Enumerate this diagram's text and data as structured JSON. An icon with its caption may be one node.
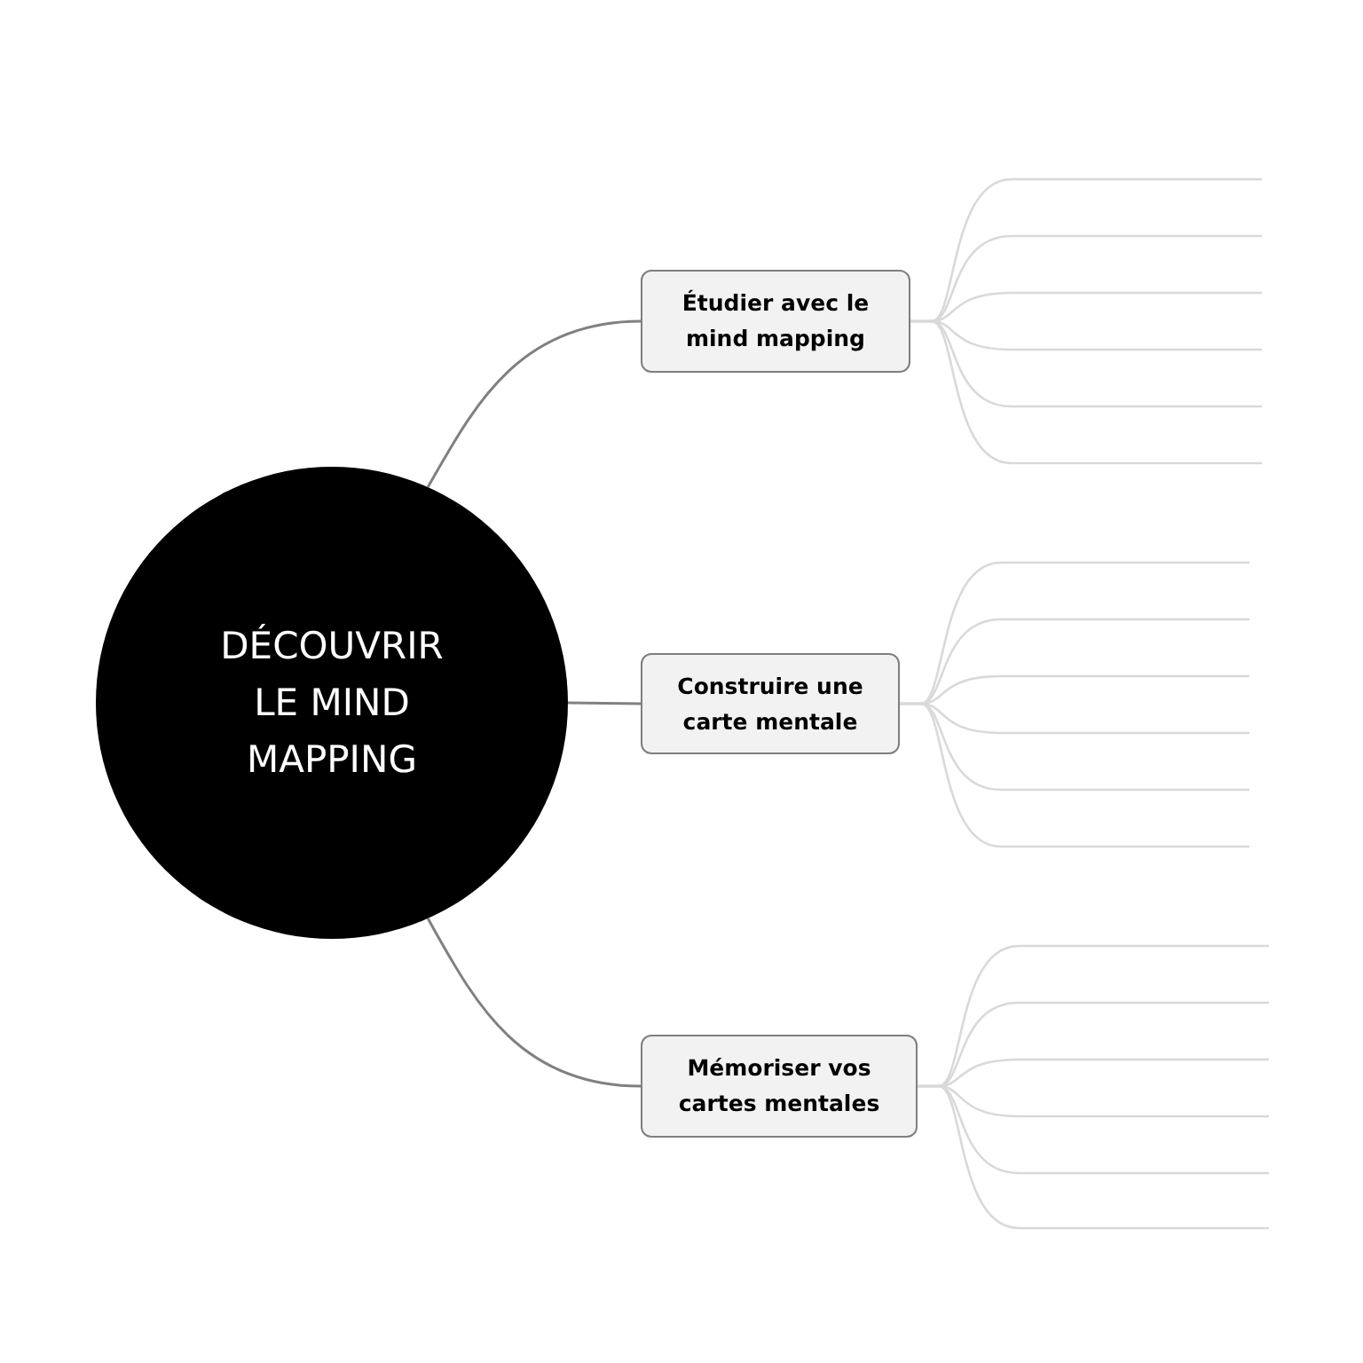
{
  "diagram": {
    "nodes": [
      {
        "text": [
          "DÉCOUVRIR LE MIND MAPPING"
        ]
      },
      {
        "text": [
          "Étudier avec le mind mapping"
        ]
      },
      {
        "text": [
          "Construire une carte mentale"
        ]
      },
      {
        "text": [
          "Mémoriser vos cartes mentales"
        ]
      }
    ],
    "edges": [
      {
        "from": 0,
        "to": 1,
        "arrow": "none",
        "color": "#808080"
      },
      {
        "from": 0,
        "to": 2,
        "arrow": "none",
        "color": "#808080"
      },
      {
        "from": 0,
        "to": 3,
        "arrow": "none",
        "color": "#808080"
      },
      {
        "from": 1,
        "to": null,
        "arrow": "none"
      },
      {
        "from": 1,
        "to": null,
        "arrow": "none"
      },
      {
        "from": 1,
        "to": null,
        "arrow": "none"
      },
      {
        "from": 1,
        "to": null,
        "arrow": "none"
      },
      {
        "from": 1,
        "to": null,
        "arrow": "none"
      },
      {
        "from": 1,
        "to": null,
        "arrow": "none"
      },
      {
        "from": 2,
        "to": null,
        "arrow": "none"
      },
      {
        "from": 2,
        "to": null,
        "arrow": "none"
      },
      {
        "from": 2,
        "to": null,
        "arrow": "none"
      },
      {
        "from": 2,
        "to": null,
        "arrow": "none"
      },
      {
        "from": 2,
        "to": null,
        "arrow": "none"
      },
      {
        "from": 2,
        "to": null,
        "arrow": "none"
      },
      {
        "from": 3,
        "to": null,
        "arrow": "none"
      },
      {
        "from": 3,
        "to": null,
        "arrow": "none"
      },
      {
        "from": 3,
        "to": null,
        "arrow": "none"
      },
      {
        "from": 3,
        "to": null,
        "arrow": "none"
      },
      {
        "from": 3,
        "to": null,
        "arrow": "none"
      },
      {
        "from": 3,
        "to": null,
        "arrow": "none"
      }
    ]
  }
}
